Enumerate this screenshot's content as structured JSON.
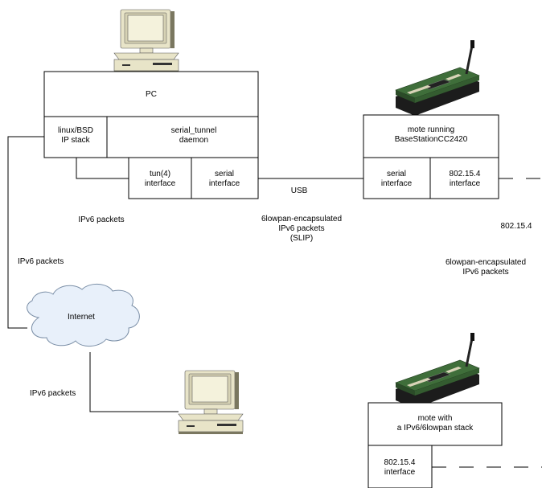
{
  "colors": {
    "line": "#000000",
    "box_fill": "#ffffff",
    "cloud_fill": "#e8f0fa",
    "cloud_stroke": "#7a8ea6",
    "computer_beige": "#e8e4c8",
    "computer_shadow": "#7a7760",
    "screen": "#f4f2dc",
    "board_green": "#3f6e3a",
    "board_dark": "#1c1c1c"
  },
  "icons": [
    "desktop-computer-icon",
    "desktop-computer-icon",
    "sensor-mote-icon",
    "sensor-mote-icon",
    "cloud-icon"
  ],
  "pc": {
    "title": "PC",
    "ip_stack": [
      "linux/BSD",
      "IP stack"
    ],
    "daemon": [
      "serial_tunnel",
      "daemon"
    ],
    "tun_interface": [
      "tun(4)",
      "interface"
    ],
    "serial_interface": [
      "serial",
      "interface"
    ]
  },
  "base_station": {
    "title": [
      "mote running",
      "BaseStationCC2420"
    ],
    "serial_interface": [
      "serial",
      "interface"
    ],
    "radio_interface": [
      "802.15.4",
      "interface"
    ]
  },
  "mote": {
    "title": [
      "mote with",
      "a IPv6/6lowpan stack"
    ],
    "radio_interface": [
      "802.15.4",
      "interface"
    ]
  },
  "links": {
    "usb": "USB",
    "ipv6_packets_pc": "IPv6 packets",
    "ipv6_packets_internet": "IPv6 packets",
    "ipv6_packets_host": "IPv6 packets",
    "slip_encapsulated": [
      "6lowpan-encapsulated",
      "IPv6 packets",
      "(SLIP)"
    ],
    "radio": "802.15.4",
    "radio_encapsulated": [
      "6lowpan-encapsulated",
      "IPv6 packets"
    ]
  },
  "cloud": {
    "label": "Internet"
  }
}
